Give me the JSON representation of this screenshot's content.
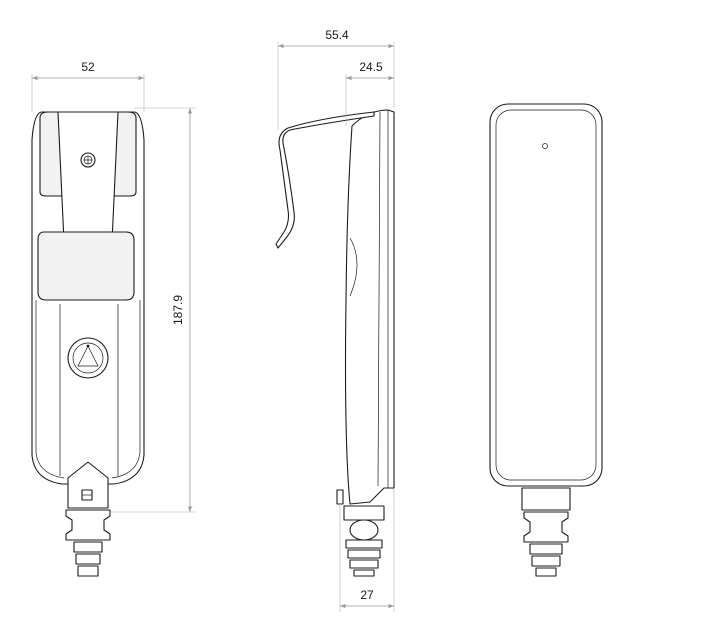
{
  "dimensions": {
    "front_width": "52",
    "side_depth_total": "55.4",
    "side_depth_body": "24.5",
    "height": "187.9",
    "connector_width": "27"
  },
  "colors": {
    "outline": "#1c1c1c",
    "dimension_line": "#9a9a9a",
    "background": "#ffffff"
  },
  "views": [
    "front-view",
    "side-view",
    "back-view"
  ]
}
